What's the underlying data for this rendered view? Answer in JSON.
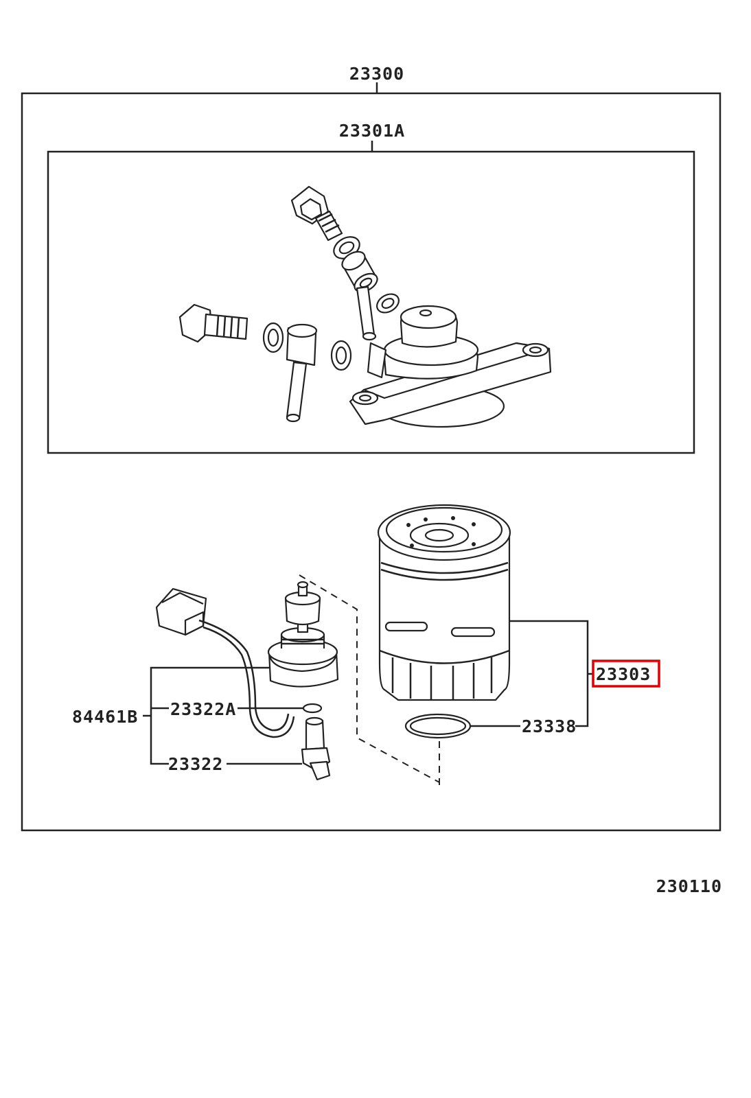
{
  "labels": {
    "assembly": "23300",
    "sub_assembly": "23301A",
    "filter_element": "23303",
    "gasket": "23338",
    "sensor_group": "84461B",
    "o_ring": "23322A",
    "sensor": "23322",
    "diagram_id": "230110"
  },
  "highlight": {
    "label": "23303",
    "color": "#e00000"
  }
}
